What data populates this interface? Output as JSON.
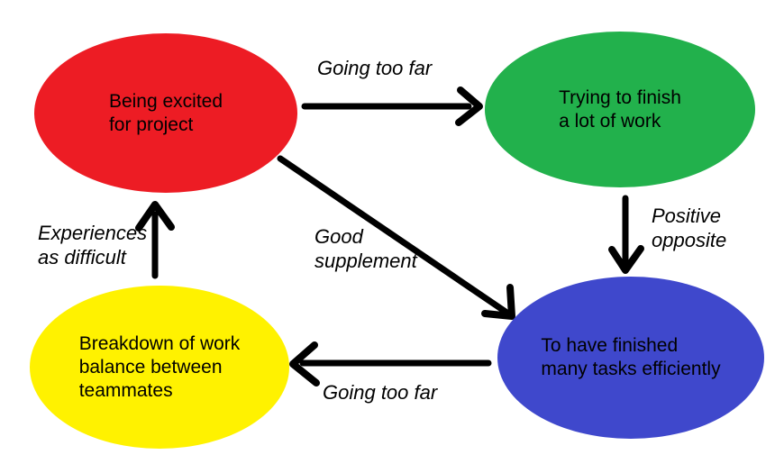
{
  "colors": {
    "background": "#FFFFFF",
    "text": "#000000",
    "arrow": "#000000"
  },
  "nodes": {
    "excited": {
      "label": "Being excited\nfor project",
      "color": "#ED1C24"
    },
    "trying": {
      "label": "Trying to finish\na lot of work",
      "color": "#22B14C"
    },
    "finished": {
      "label": "To have finished\nmany tasks efficiently",
      "color": "#3F48CC"
    },
    "breakdown": {
      "label": "Breakdown of work\nbalance between\nteammates",
      "color": "#FFF200"
    }
  },
  "edges": {
    "excited_to_trying": {
      "label": "Going too far"
    },
    "trying_to_finished": {
      "label": "Positive\nopposite"
    },
    "excited_to_finished": {
      "label": "Good\nsupplement"
    },
    "finished_to_breakdown": {
      "label": "Going too far"
    },
    "breakdown_to_excited": {
      "label": "Experiences\nas difficult"
    }
  }
}
